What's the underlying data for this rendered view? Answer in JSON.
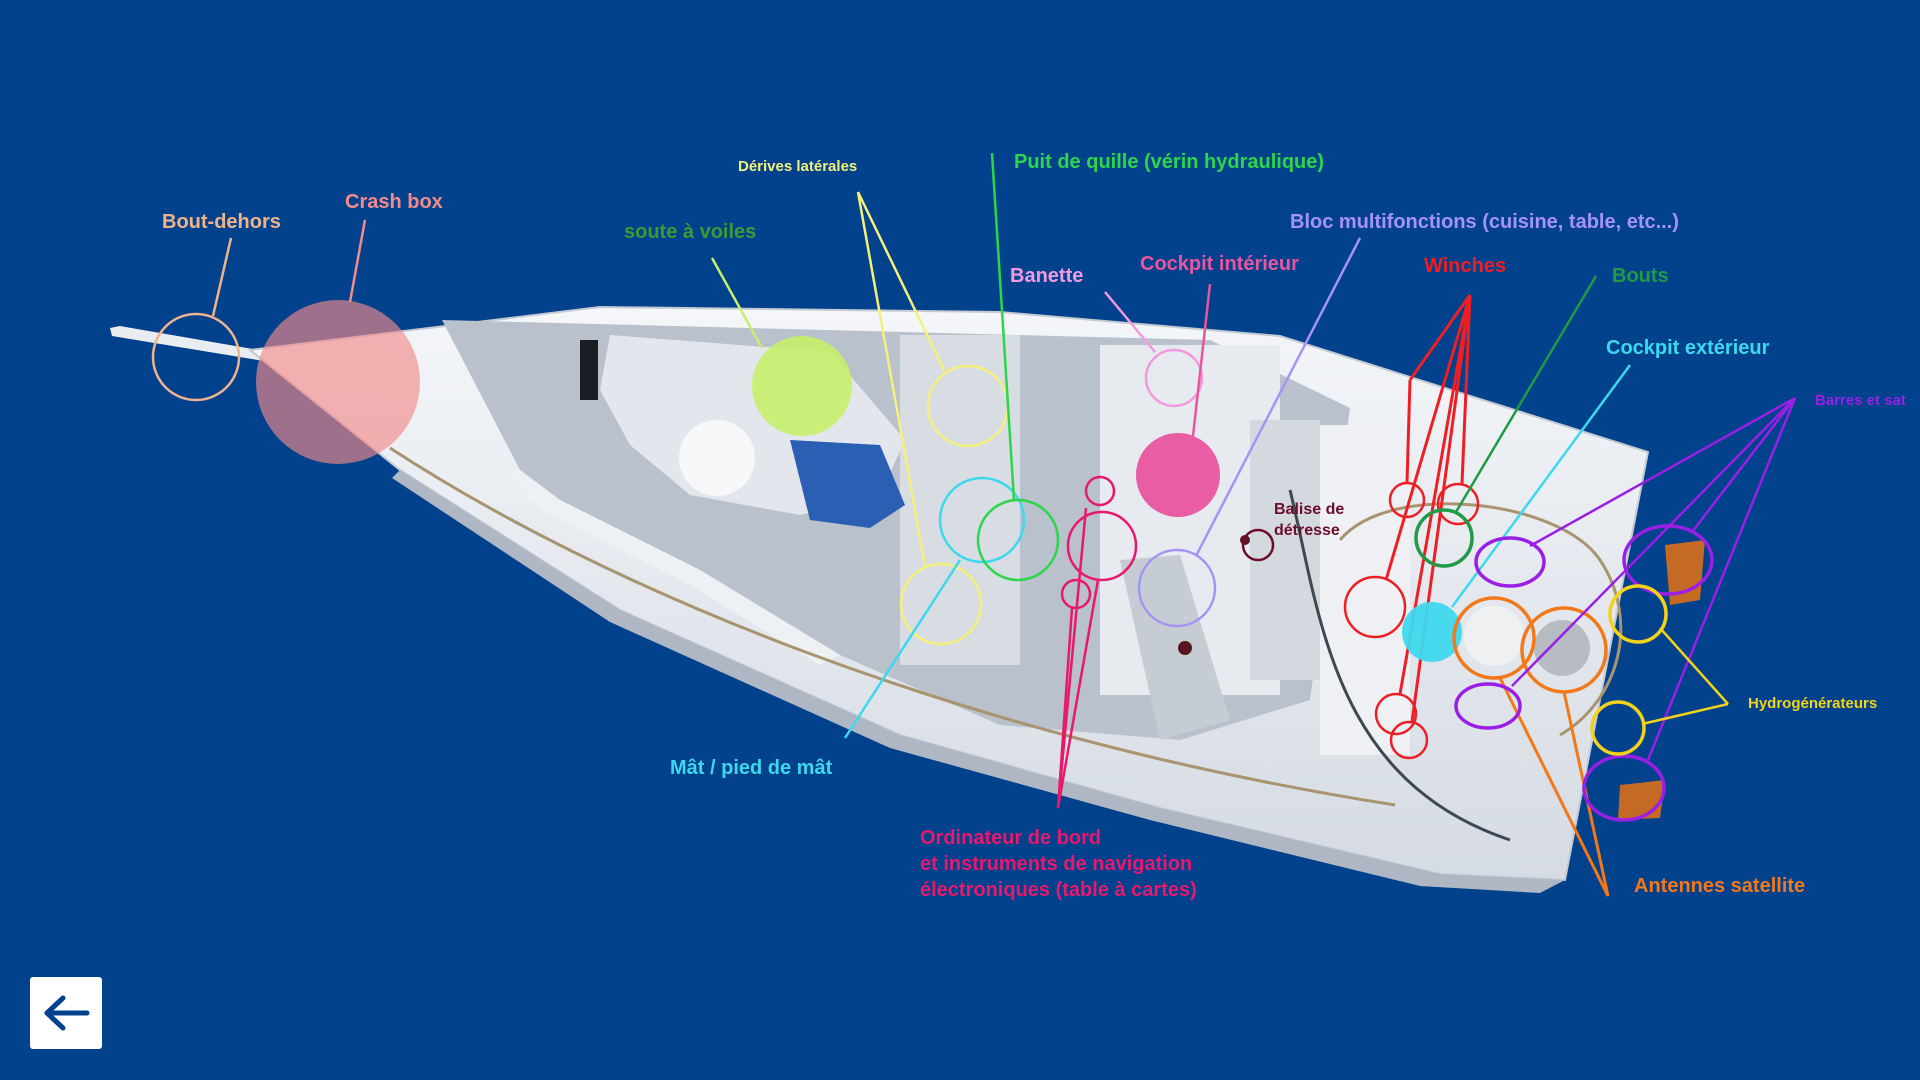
{
  "labels": {
    "bout_dehors": "Bout-dehors",
    "crash_box": "Crash box",
    "soute": "soute à voiles",
    "derives": "Dérives latérales",
    "puit": "Puit de quille (vérin hydraulique)",
    "bloc": "Bloc multifonctions (cuisine, table, etc...)",
    "banette": "Banette",
    "cockpit_int": "Cockpit intérieur",
    "winches": "Winches",
    "bouts": "Bouts",
    "cockpit_ext": "Cockpit extérieur",
    "barres": "Barres et sat",
    "balise_1": "Balise de",
    "balise_2": "détresse",
    "hydro": "Hydrogénérateurs",
    "mat": "Mât / pied de mât",
    "ordi_1": "Ordinateur de bord",
    "ordi_2": "et instruments de navigation",
    "ordi_3": "électroniques (table à cartes)",
    "antennes": "Antennes satellite"
  },
  "colors": {
    "background": "#02418c",
    "bout_dehors": "#f0b48c",
    "crash_box": "#f28b8b",
    "soute": "#c6f06a",
    "derives": "#f5f07a",
    "puit": "#2bd64a",
    "bloc": "#a593f5",
    "banette": "#f29ae0",
    "cockpit_int": "#e8559f",
    "winches": "#ee1f24",
    "bouts": "#1f9a46",
    "cockpit_ext": "#3ed8ee",
    "barres": "#9a1fe6",
    "balise": "#6b0d2b",
    "hydro": "#f2d21a",
    "mat": "#3ed8ee",
    "ordi": "#e8186c",
    "antennes": "#f2781a"
  },
  "icons": {
    "back": "arrow-left-icon"
  }
}
